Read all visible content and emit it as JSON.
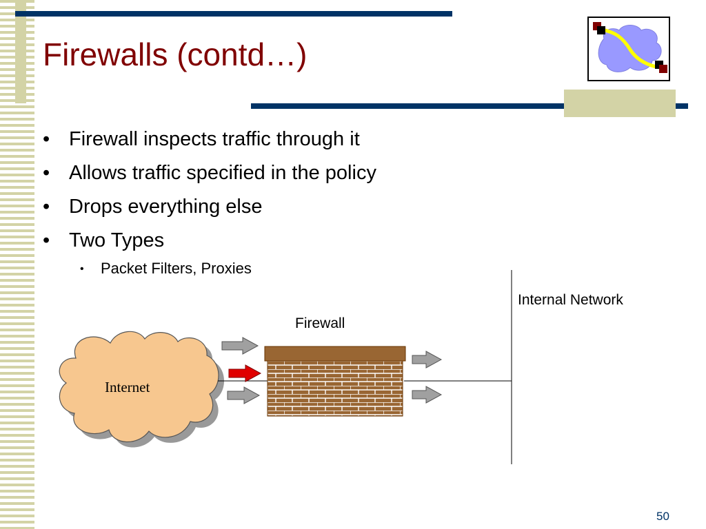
{
  "slide": {
    "title": "Firewalls (contd…)",
    "page_number": "50"
  },
  "bullets": [
    "Firewall inspects traffic through it",
    "Allows traffic specified in the policy",
    "Drops everything else",
    "Two Types"
  ],
  "sub_bullets": [
    "Packet Filters, Proxies"
  ],
  "diagram": {
    "cloud_label": "Internet",
    "firewall_label": "Firewall",
    "internal_label": "Internal Network"
  },
  "colors": {
    "title": "#800000",
    "rule": "#003366",
    "stripe": "#d3d3a6",
    "brick": "#996633",
    "cloud": "#f7c78f",
    "blocked_arrow": "#e00000",
    "allowed_arrow": "#a0a0a0"
  },
  "icons": {
    "bullet": "•"
  }
}
